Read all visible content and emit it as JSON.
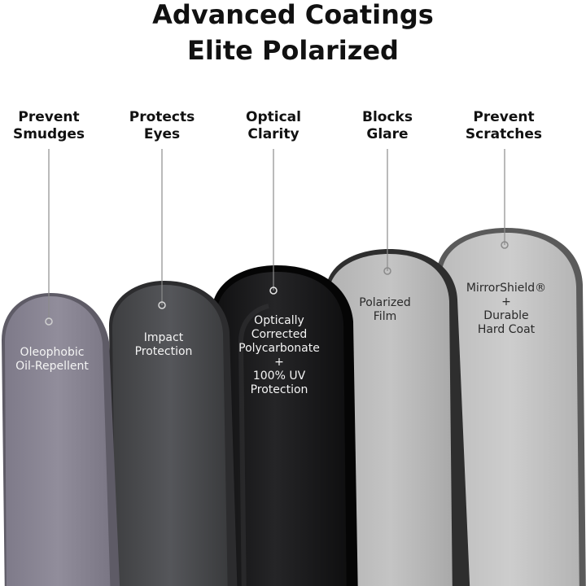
{
  "title": {
    "line1": "Advanced Coatings",
    "line2": "Elite Polarized"
  },
  "benefits": [
    {
      "line1": "Prevent",
      "line2": "Smudges"
    },
    {
      "line1": "Protects",
      "line2": "Eyes"
    },
    {
      "line1": "Optical",
      "line2": "Clarity"
    },
    {
      "line1": "Blocks",
      "line2": "Glare"
    },
    {
      "line1": "Prevent",
      "line2": "Scratches"
    }
  ],
  "layers": [
    {
      "lines": [
        "Oleophobic",
        "Oil-Repellent"
      ],
      "color": "#8a8694"
    },
    {
      "lines": [
        "Impact",
        "Protection"
      ],
      "color": "#4a4b4d"
    },
    {
      "lines": [
        "Optically",
        "Corrected",
        "Polycarbonate",
        "+",
        "100% UV",
        "Protection"
      ],
      "color": "#1a1a1b"
    },
    {
      "lines": [
        "Polarized",
        "Film"
      ],
      "color": "#bdbdbd"
    },
    {
      "lines": [
        "MirrorShield®",
        "+",
        "Durable",
        "Hard Coat"
      ],
      "color": "#c6c6c6"
    }
  ]
}
